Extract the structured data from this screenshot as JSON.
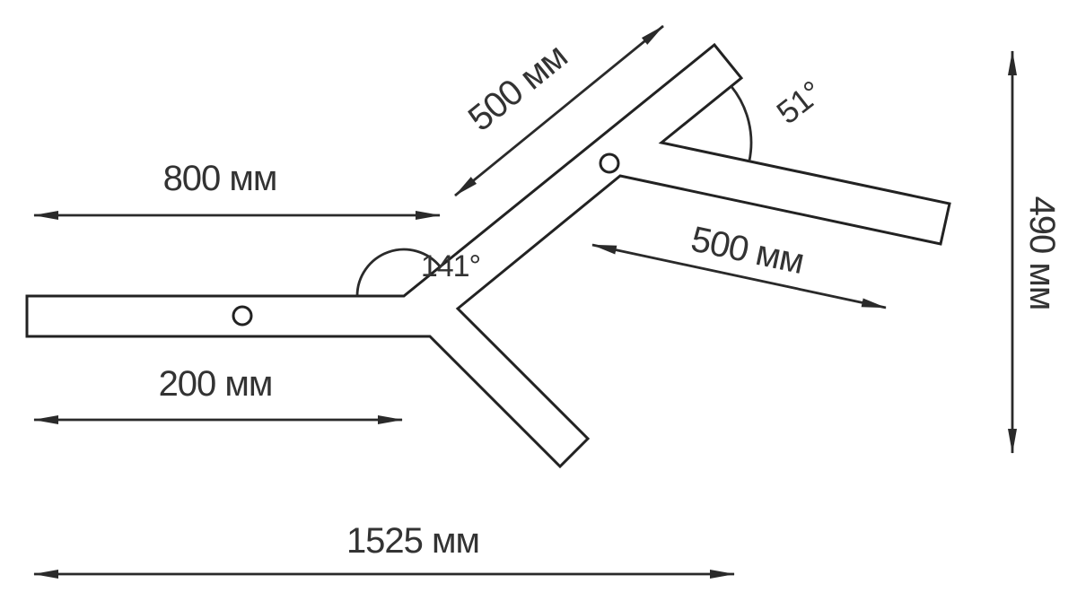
{
  "diagram": {
    "background": "#ffffff",
    "line_color": "#222222",
    "text_color": "#333333",
    "dimensions": {
      "d800": {
        "label": "800 мм",
        "value_mm": 800
      },
      "d500_upper": {
        "label": "500 мм",
        "value_mm": 500
      },
      "d500_right": {
        "label": "500 мм",
        "value_mm": 500
      },
      "d200": {
        "label": "200 мм",
        "value_mm": 200
      },
      "d490": {
        "label": "490 мм",
        "value_mm": 490
      },
      "d1525": {
        "label": "1525 мм",
        "value_mm": 1525
      }
    },
    "angles": {
      "a141": {
        "label": "141°",
        "value_deg": 141
      },
      "a51": {
        "label": "51°",
        "value_deg": 51
      }
    }
  }
}
